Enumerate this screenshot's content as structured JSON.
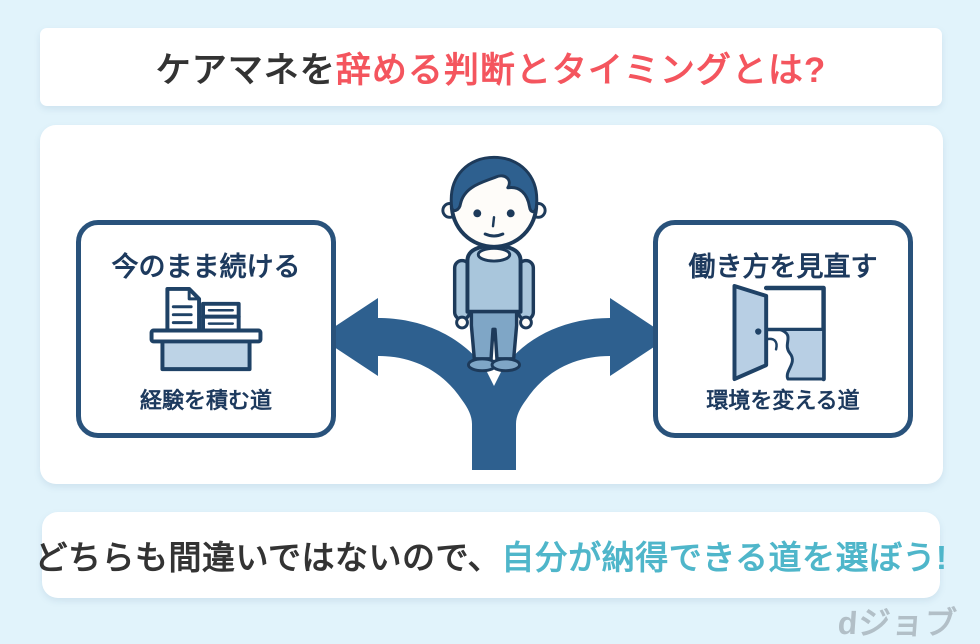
{
  "header": {
    "title_prefix": "ケアマネを",
    "title_highlight": "辞める判断とタイミングとは?"
  },
  "diagram": {
    "left_option": {
      "title": "今のまま続ける",
      "caption": "経験を積む道",
      "icon": "desk-documents-icon"
    },
    "right_option": {
      "title": "働き方を見直す",
      "caption": "環境を変える道",
      "icon": "open-door-icon"
    },
    "center": {
      "illustration": "person-at-crossroads",
      "arrow": "fork-arrow"
    }
  },
  "footer": {
    "text_prefix": "どちらも間違いではないので、",
    "text_highlight": "自分が納得できる道を選ぼう!"
  },
  "branding": {
    "logo_text": "dジョブ"
  },
  "colors": {
    "background": "#e1f3fb",
    "panel": "#ffffff",
    "navy_text": "#1d3a5e",
    "red_accent": "#f4555e",
    "cyan_accent": "#4fb6ca",
    "dark_text": "#333333",
    "arrow_blue": "#2e608f",
    "box_border": "#29527b",
    "icon_light_blue": "#bdd3e6",
    "logo_gray": "#b2bfc7"
  }
}
